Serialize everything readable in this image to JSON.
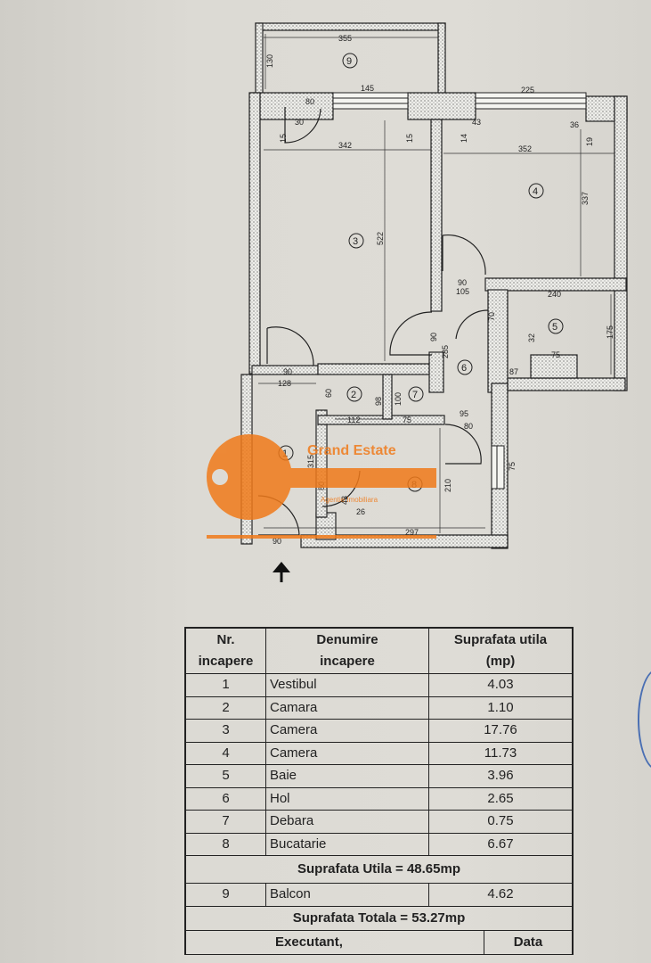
{
  "plan": {
    "dimensions": [
      "355",
      "130",
      "80",
      "145",
      "225",
      "30",
      "43",
      "36",
      "15",
      "342",
      "15",
      "14",
      "19",
      "352",
      "522",
      "337",
      "90",
      "105",
      "240",
      "90",
      "285",
      "70",
      "175",
      "32",
      "75",
      "90",
      "128",
      "60",
      "98",
      "100",
      "87",
      "112",
      "75",
      "95",
      "80",
      "315",
      "210",
      "80",
      "43",
      "26",
      "297",
      "90",
      "75"
    ],
    "room_numbers": [
      "1",
      "2",
      "3",
      "4",
      "5",
      "6",
      "7",
      "8",
      "9"
    ],
    "watermark": {
      "brand": "Grand Estate",
      "tagline": "Agentie Imobiliara",
      "color": "#f07a1a"
    }
  },
  "table": {
    "headers": {
      "nr": [
        "Nr.",
        "incapere"
      ],
      "name": [
        "Denumire",
        "incapere"
      ],
      "area": [
        "Suprafata utila",
        "(mp)"
      ]
    },
    "rows": [
      {
        "nr": "1",
        "name": "Vestibul",
        "area": "4.03"
      },
      {
        "nr": "2",
        "name": "Camara",
        "area": "1.10"
      },
      {
        "nr": "3",
        "name": "Camera",
        "area": "17.76"
      },
      {
        "nr": "4",
        "name": "Camera",
        "area": "11.73"
      },
      {
        "nr": "5",
        "name": "Baie",
        "area": "3.96"
      },
      {
        "nr": "6",
        "name": "Hol",
        "area": "2.65"
      },
      {
        "nr": "7",
        "name": "Debara",
        "area": "0.75"
      },
      {
        "nr": "8",
        "name": "Bucatarie",
        "area": "6.67"
      }
    ],
    "usable_total": "Suprafata Utila = 48.65mp",
    "balcony": {
      "nr": "9",
      "name": "Balcon",
      "area": "4.62"
    },
    "grand_total": "Suprafata Totala = 53.27mp",
    "footer": {
      "executant": "Executant,",
      "date": "Data"
    }
  }
}
